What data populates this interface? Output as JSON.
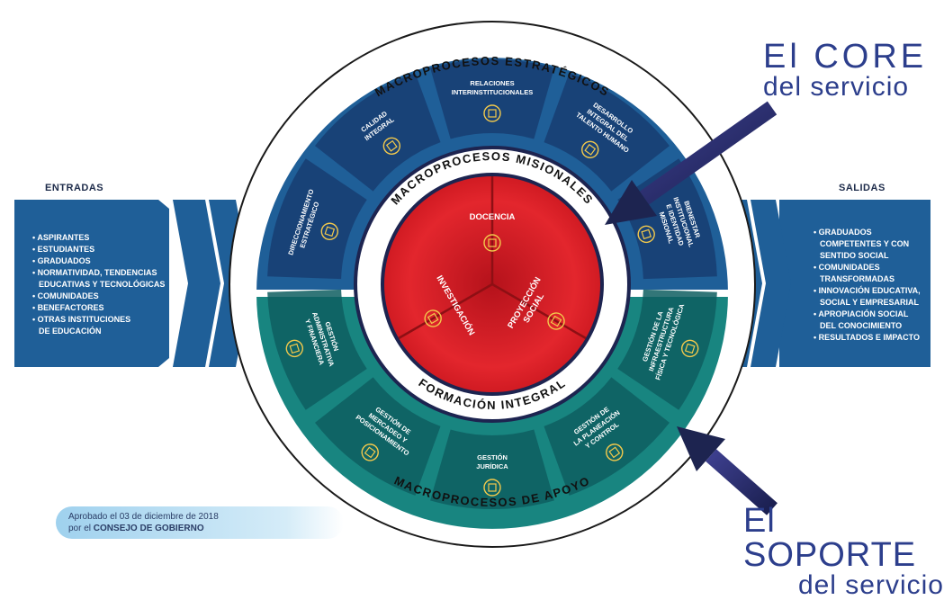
{
  "outer_ring": {
    "top_label": "MACROPROCESOS ESTRATÉGICOS",
    "bottom_label": "MACROPROCESOS DE APOYO"
  },
  "inner_ring": {
    "top_label": "MACROPROCESOS MISIONALES",
    "bottom_label": "FORMACIÓN INTEGRAL"
  },
  "strategic": [
    {
      "lines": [
        "DIRECCIONAMIENTO",
        "ESTRATÉGICO"
      ],
      "icon": "network-icon"
    },
    {
      "lines": [
        "CALIDAD",
        "INTEGRAL"
      ],
      "icon": "shield-icon"
    },
    {
      "lines": [
        "RELACIONES",
        "INTERINSTITUCIONALES"
      ],
      "icon": "people-circle-icon"
    },
    {
      "lines": [
        "DESARROLLO",
        "INTEGRAL DEL",
        "TALENTO HUMANO"
      ],
      "icon": "team-icon"
    },
    {
      "lines": [
        "BIENESTAR",
        "INSTITUCIONAL",
        "E IDENTIDAD",
        "MISIONAL"
      ],
      "icon": "people-icon"
    }
  ],
  "support": [
    {
      "lines": [
        "GESTIÓN",
        "ADMINISTRATIVA",
        "Y FINANCIERA"
      ],
      "icon": "finance-icon"
    },
    {
      "lines": [
        "GESTIÓN DE",
        "MERCADEO Y",
        "POSICIONAMIENTO"
      ],
      "icon": "chart-icon"
    },
    {
      "lines": [
        "GESTIÓN",
        "JURÍDICA"
      ],
      "icon": "gavel-icon"
    },
    {
      "lines": [
        "GESTIÓN DE",
        "LA PLANEACIÓN",
        "Y CONTROL"
      ],
      "icon": "planning-icon"
    },
    {
      "lines": [
        "GESTIÓN DE LA",
        "INFRAESTRUCTURA",
        "FÍSICA Y TECNOLÓGICA"
      ],
      "icon": "infrastructure-icon"
    }
  ],
  "core": [
    {
      "lines": [
        "DOCENCIA"
      ],
      "icon": "building-icon"
    },
    {
      "lines": [
        "INVESTIGACIÓN"
      ],
      "icon": "magnifier-icon"
    },
    {
      "lines": [
        "PROYECCIÓN",
        "SOCIAL"
      ],
      "icon": "globe-icon"
    }
  ],
  "entradas": {
    "title": "ENTRADAS",
    "items": [
      "Aspirantes",
      "Estudiantes",
      "Graduados",
      "Normatividad, tendencias",
      "  educativas y tecnológicas",
      "Comunidades",
      "Benefactores",
      "Otras instituciones",
      "  de educación"
    ]
  },
  "salidas": {
    "title": "SALIDAS",
    "items": [
      "Graduados",
      "  competentes y con",
      "  sentido social",
      "Comunidades",
      "  transformadas",
      "Innovación educativa,",
      "  social y empresarial",
      "Apropiación social",
      "  del conocimiento",
      "Resultados e impacto"
    ]
  },
  "core_callout": {
    "line1": "El CORE",
    "line2": "del servicio"
  },
  "support_callout": {
    "line1": "El SOPORTE",
    "line2": "del servicio"
  },
  "approval": {
    "line1": "Aprobado el 03 de diciembre de 2018",
    "line2_prefix": "por el ",
    "line2_bold": "CONSEJO DE GOBIERNO"
  },
  "colors": {
    "blue": "#1f5f98",
    "blue_dark": "#173f73",
    "teal": "#188580",
    "teal_dark": "#0e5e60",
    "red": "#d42027",
    "navy": "#1d2450",
    "callout": "#2c3e8c"
  }
}
